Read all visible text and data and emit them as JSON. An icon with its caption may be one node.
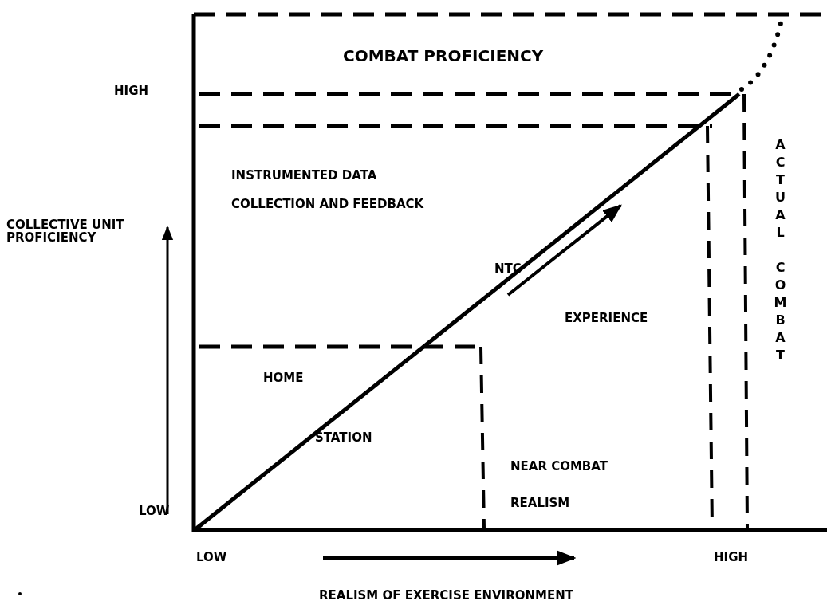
{
  "diagram": {
    "labels": [
      "COMBAT PROFICIENCY",
      "HIGH",
      "INSTRUMENTED DATA COLLECTION AND FEEDBACK",
      "COLLECTIVE UNIT PROFICIENCY",
      "NTC",
      "ACTUAL COMBAT",
      "EXPERIENCE",
      "HOME",
      "STATION",
      "NEAR COMBAT REALISM",
      "LOW",
      "LOW",
      "HIGH",
      "REALISM OF EXERCISE ENVIRONMENT"
    ]
  }
}
